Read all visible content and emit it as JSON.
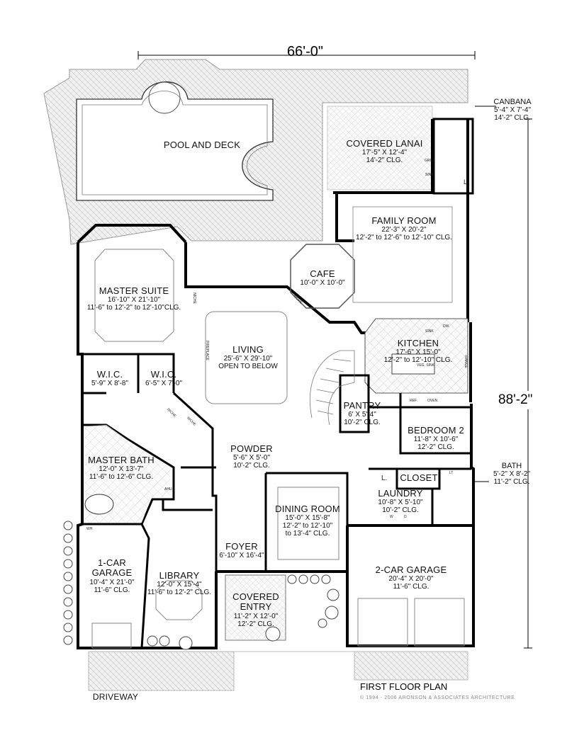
{
  "dimensions": {
    "width": "66'-0\"",
    "depth": "88'-2\""
  },
  "rooms": {
    "pool": {
      "name": "POOL AND DECK"
    },
    "lanai": {
      "name": "COVERED LANAI",
      "size": "17'-5\" X 12'-4\"",
      "clg": "14'-2\" CLG."
    },
    "canbana": {
      "name": "CANBANA",
      "size": "5'-4\" X 7'-4\"",
      "clg": "14'-2\" CLG."
    },
    "family": {
      "name": "FAMILY ROOM",
      "size": "22'-3\" X 20'-2\"",
      "clg": "12'-2\" to 12'-6\" to 12'-10\" CLG."
    },
    "cafe": {
      "name": "CAFE",
      "size": "10'-0\" X 10'-0\""
    },
    "master": {
      "name": "MASTER SUITE",
      "size": "16'-10\" X 21'-10\"",
      "clg": "11'-6\" to 12'-2\" to 12'-10\"CLG."
    },
    "living": {
      "name": "LIVING",
      "size": "25'-6\" X 29'-10\"",
      "clg": "OPEN TO BELOW"
    },
    "kitchen": {
      "name": "KITCHEN",
      "size": "17'-6\" X 15'-0\"",
      "clg": "12'-2\" to 12'-10\" CLG."
    },
    "wic1": {
      "name": "W.I.C.",
      "size": "5'-9\" X 8'-8\""
    },
    "wic2": {
      "name": "W.I.C.",
      "size": "6'-5\" X 7'-0\""
    },
    "pantry": {
      "name": "PANTRY",
      "size": "6' X 5'-4\"",
      "clg": "10'-2\" CLG."
    },
    "bedroom2": {
      "name": "BEDROOM 2",
      "size": "11'-8\" X 10'-6\"",
      "clg": "12'-2\" CLG."
    },
    "masterbath": {
      "name": "MASTER BATH",
      "size": "12'-0\" X 13'-7\"",
      "clg": "11'-6\" to 12'-6\" CLG."
    },
    "powder": {
      "name": "POWDER",
      "size": "5'-6\" X 5'-0\"",
      "clg": "10'-2\" CLG."
    },
    "bath": {
      "name": "BATH",
      "size": "5'-2\" X 8'-2\"",
      "clg": "11'-2\" CLG."
    },
    "closet": {
      "name": "CLOSET"
    },
    "laundry": {
      "name": "LAUNDRY",
      "size": "10'-8\" X 5'-10\"",
      "clg": "10'-2\" CLG."
    },
    "dining": {
      "name": "DINING ROOM",
      "size": "15'-0\" X 15'-8\"",
      "clg": "12'-2\" to 12'-10\"",
      "clg2": "to 13'-4\" CLG."
    },
    "garage1": {
      "name": "1-CAR",
      "name2": "GARAGE",
      "size": "10'-4\" X 21'-0\"",
      "clg": "11'-6\" CLG."
    },
    "library": {
      "name": "LIBRARY",
      "size": "12'-0\" X 15'-4\"",
      "clg": "11'-6\" to 12'-2\" CLG."
    },
    "foyer": {
      "name": "FOYER",
      "size": "6'-10\" X 16'-4\""
    },
    "entry": {
      "name": "COVERED",
      "name2": "ENTRY",
      "size": "11'-2\" X 12'-0\"",
      "clg": "12'-2\" CLG."
    },
    "garage2": {
      "name": "2-CAR GARAGE",
      "size": "20'-4\" X 20'-0\"",
      "clg": "11'-6\" CLG."
    },
    "driveway": {
      "name": "DRIVEWAY"
    }
  },
  "small_labels": {
    "niche": "NICHE",
    "fireplace": "FIREPLACE",
    "grill": "GRILL",
    "sink": "SINK",
    "l": "L.",
    "dw": "DW",
    "veg_sink": "VEG. SINK",
    "range": "RANGE",
    "ref": "REF.",
    "oven": "OVEN",
    "ahu": "AHU",
    "wh": "WH",
    "lt": "LT",
    "w": "W",
    "d": "D"
  },
  "footer": {
    "title": "FIRST FLOOR PLAN",
    "copyright": "© 1994 - 2006 ARONSON & ASSOCIATES ARCHITECTURE"
  }
}
